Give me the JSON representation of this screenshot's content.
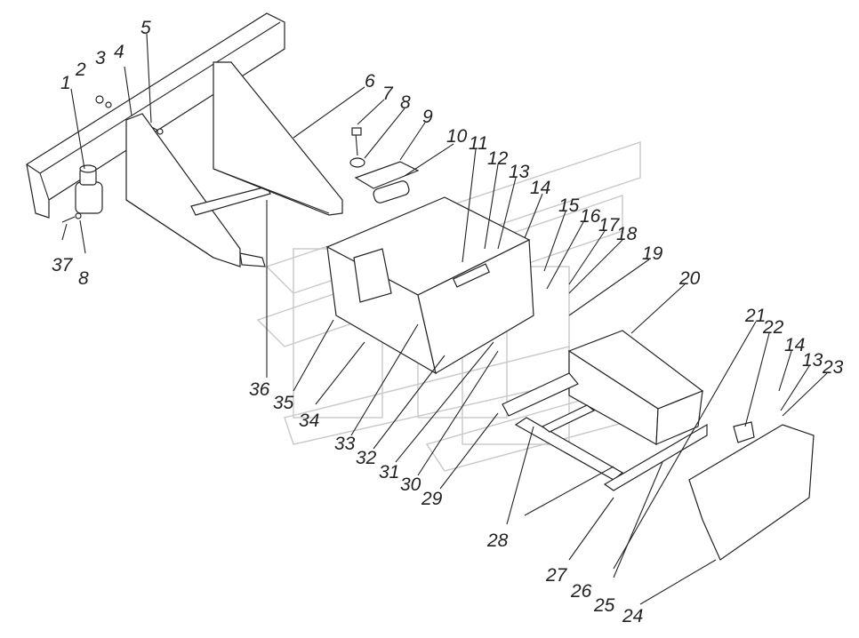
{
  "diagram": {
    "callouts": [
      "1",
      "2",
      "3",
      "4",
      "5",
      "6",
      "7",
      "8",
      "9",
      "10",
      "11",
      "12",
      "13",
      "14",
      "15",
      "16",
      "17",
      "18",
      "19",
      "20",
      "21",
      "22",
      "14",
      "13",
      "23",
      "24",
      "25",
      "26",
      "27",
      "28",
      "29",
      "30",
      "31",
      "32",
      "33",
      "34",
      "35",
      "36",
      "37",
      "8"
    ]
  },
  "colors": {
    "ink": "#222222",
    "paper": "#ffffff",
    "watermark": "#c8c8c8"
  }
}
